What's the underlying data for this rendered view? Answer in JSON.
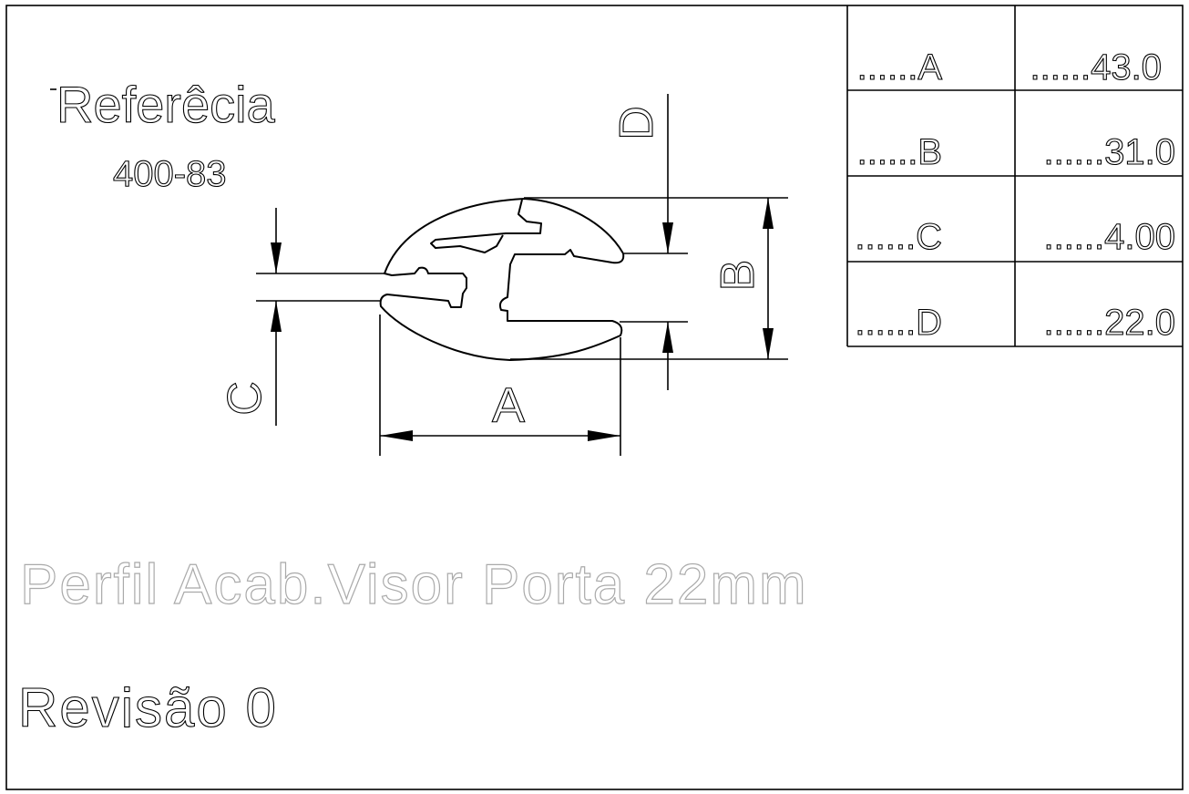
{
  "drawing": {
    "reference_label": "Referêcia",
    "reference_code": "400-83",
    "title": "Perfil Acab.Visor Porta 22mm",
    "revision": "Revisão 0",
    "dimension_labels": {
      "A": "A",
      "B": "B",
      "C": "C",
      "D": "D"
    }
  },
  "table": {
    "rows": [
      {
        "label": "......A",
        "value": "......43.0"
      },
      {
        "label": "......B",
        "value": "......31.0"
      },
      {
        "label": "......C",
        "value": "......4.00"
      },
      {
        "label": "......D",
        "value": "......22.0"
      }
    ]
  }
}
